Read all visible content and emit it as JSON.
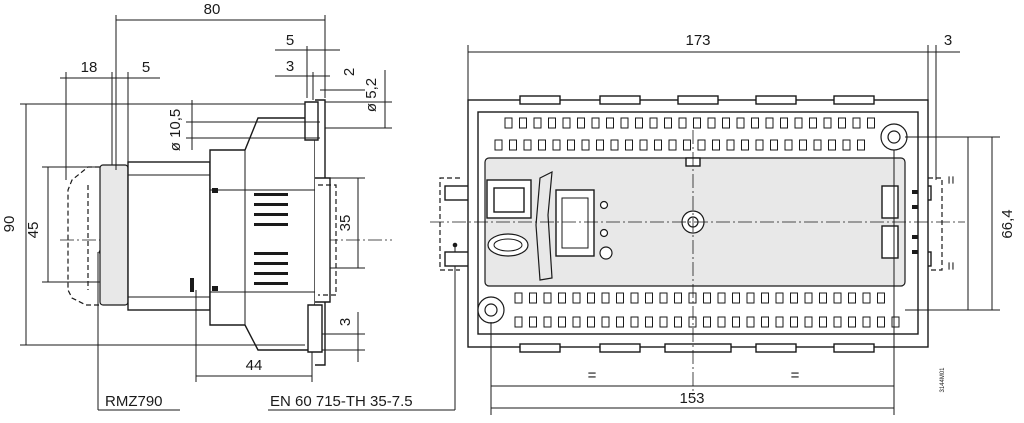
{
  "side_view": {
    "dimensions": {
      "overall_depth": "80",
      "slot_front": "5",
      "slot_inner": "3",
      "rail_gap": "2",
      "hole_dia_small": "ø 5,2",
      "module_depth": "18",
      "module_offset": "5",
      "hole_dia_large": "ø 10,5",
      "height_overall": "90",
      "height_front": "45",
      "height_center": "35",
      "bottom_gap": "3",
      "base_depth": "44"
    },
    "labels": {
      "module": "RMZ790",
      "rail": "EN 60 715-TH 35-7.5"
    }
  },
  "front_view": {
    "dimensions": {
      "overall_width": "173",
      "right_margin": "3",
      "hole_spacing": "153",
      "mount_height": "66,4",
      "equal_mark": "="
    },
    "drawing_number": "3144M01"
  }
}
